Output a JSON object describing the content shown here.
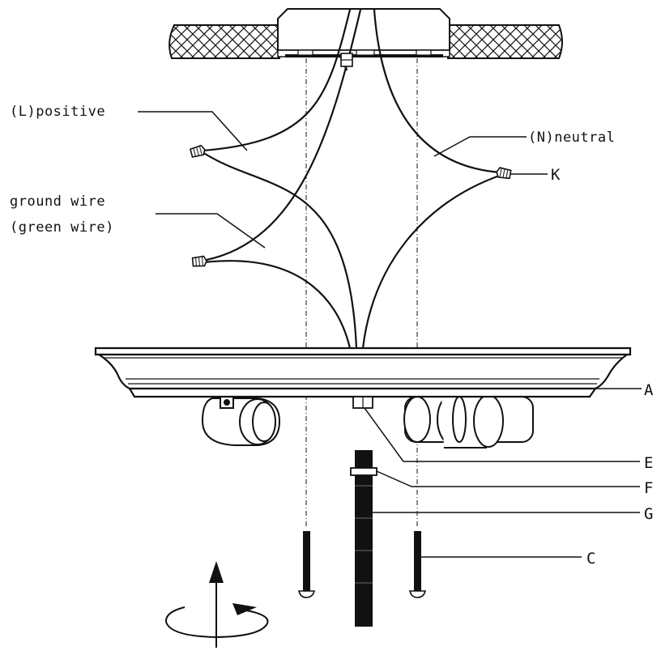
{
  "labels": {
    "positive": "(L)positive",
    "neutral": "(N)neutral",
    "ground_line1": "ground wire",
    "ground_line2": "(green wire)",
    "K": "K",
    "A": "A",
    "E": "E",
    "F": "F",
    "G": "G",
    "C": "C"
  },
  "colors": {
    "ink": "#111111",
    "background": "#ffffff"
  }
}
